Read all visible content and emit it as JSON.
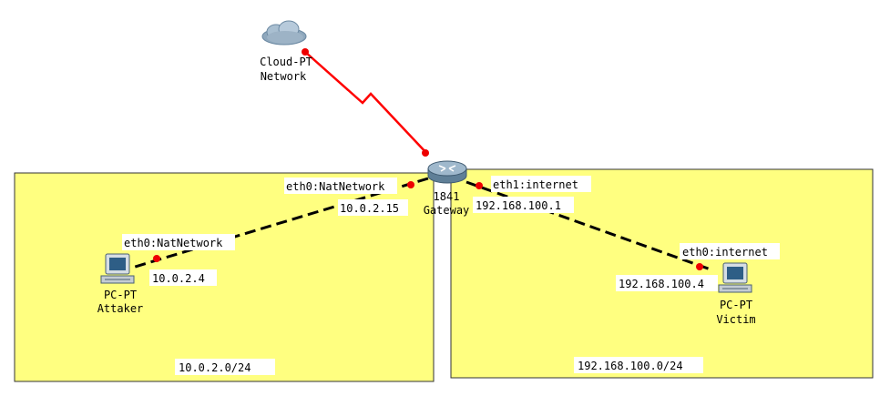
{
  "colors": {
    "zone_fill": "#ffff80",
    "zone_border": "#333333",
    "serial_link": "#ff0000",
    "ethernet_link": "#000000",
    "port_dot": "#ee0000",
    "label_bg": "#ffffff"
  },
  "cloud": {
    "icon": "cloud-icon",
    "name_line1": "Cloud-PT",
    "name_line2": "Network"
  },
  "router": {
    "icon": "router-icon",
    "model": "1841",
    "name": "Gateway"
  },
  "attacker": {
    "icon": "pc-icon",
    "model": "PC-PT",
    "name": "Attaker"
  },
  "victim": {
    "icon": "pc-icon",
    "model": "PC-PT",
    "name": "Victim"
  },
  "ports": {
    "router_eth0": "eth0:NatNetwork",
    "router_eth0_ip": "10.0.2.15",
    "router_eth1": "eth1:internet",
    "router_eth1_ip": "192.168.100.1",
    "attacker_eth0": "eth0:NatNetwork",
    "attacker_eth0_ip": "10.0.2.4",
    "victim_eth0": "eth0:internet",
    "victim_eth0_ip": "192.168.100.4"
  },
  "zones": {
    "left_subnet": "10.0.2.0/24",
    "right_subnet": "192.168.100.0/24"
  }
}
